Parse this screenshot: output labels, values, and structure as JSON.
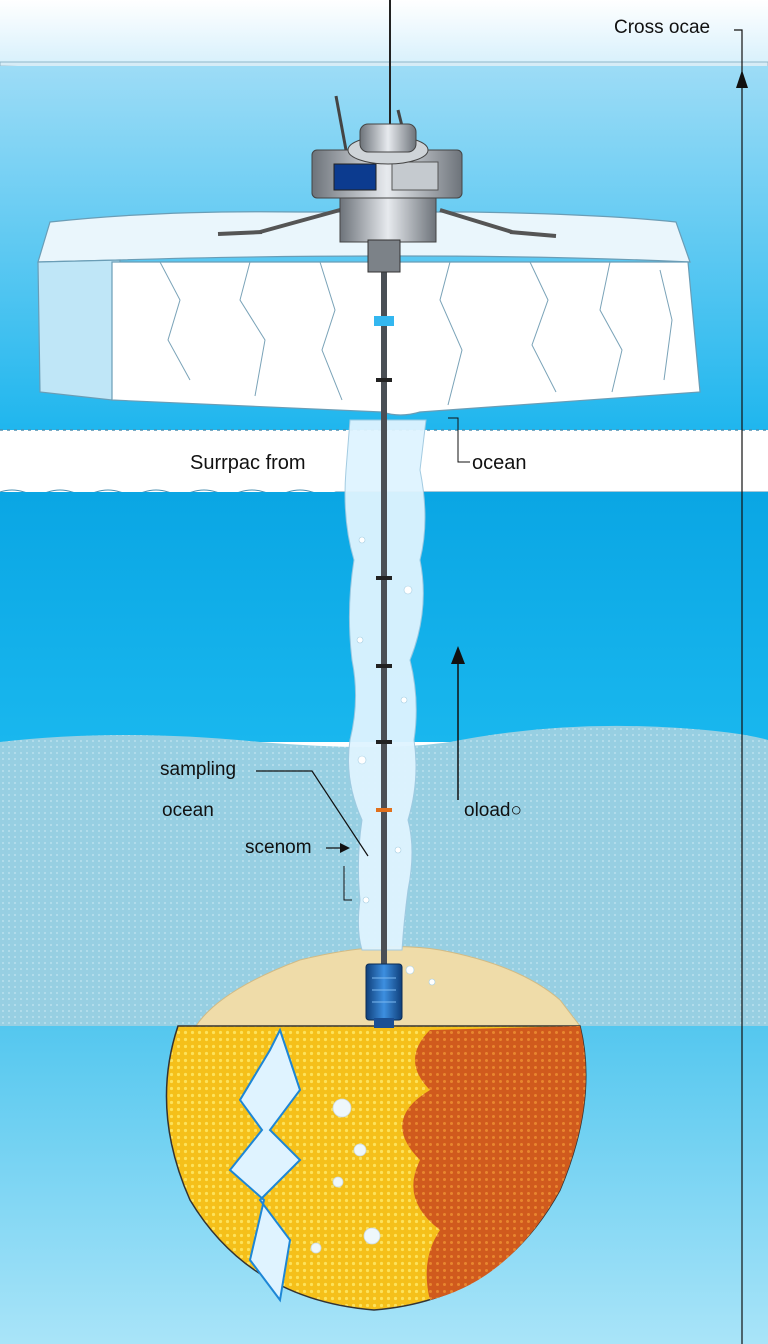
{
  "labels": {
    "title": "Cross ocae",
    "surface": "Surrpac from",
    "ocean_top": "ocean",
    "sampling": "sampling",
    "ocean_mid": "ocean",
    "scenom": "scenom",
    "oload": "oload○"
  },
  "colors": {
    "sky_top": "#e8f6fd",
    "ocean_blue": "#0ab4ec",
    "deep_water": "#8fcde3",
    "ice_white": "#f5fbff",
    "sediment": "#f0dfb0",
    "core_yellow": "#f6c61c",
    "core_orange": "#d8601c",
    "probe_blue": "#1f6fc1",
    "lander_gray": "#9aa0a6"
  }
}
